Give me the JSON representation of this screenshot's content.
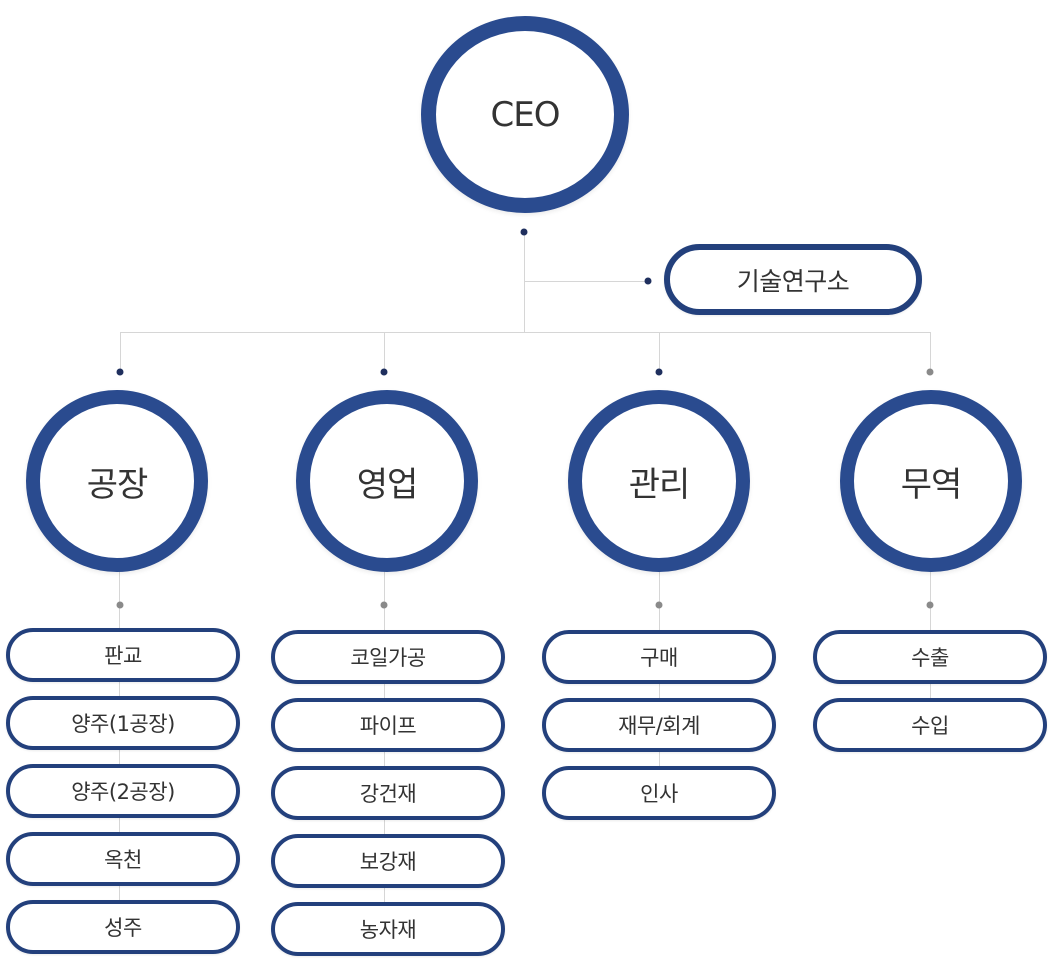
{
  "org": {
    "ceo": "CEO",
    "lab": "기술연구소",
    "departments": [
      {
        "name": "공장",
        "items": [
          "판교",
          "양주(1공장)",
          "양주(2공장)",
          "옥천",
          "성주"
        ]
      },
      {
        "name": "영업",
        "items": [
          "코일가공",
          "파이프",
          "강건재",
          "보강재",
          "농자재"
        ]
      },
      {
        "name": "관리",
        "items": [
          "구매",
          "재무/회계",
          "인사"
        ]
      },
      {
        "name": "무역",
        "items": [
          "수출",
          "수입"
        ]
      }
    ]
  },
  "colors": {
    "navy": "#23407c",
    "ring": "#2a4b8f",
    "line": "#d6d6d6",
    "dot_gray": "#8a8a8a"
  }
}
